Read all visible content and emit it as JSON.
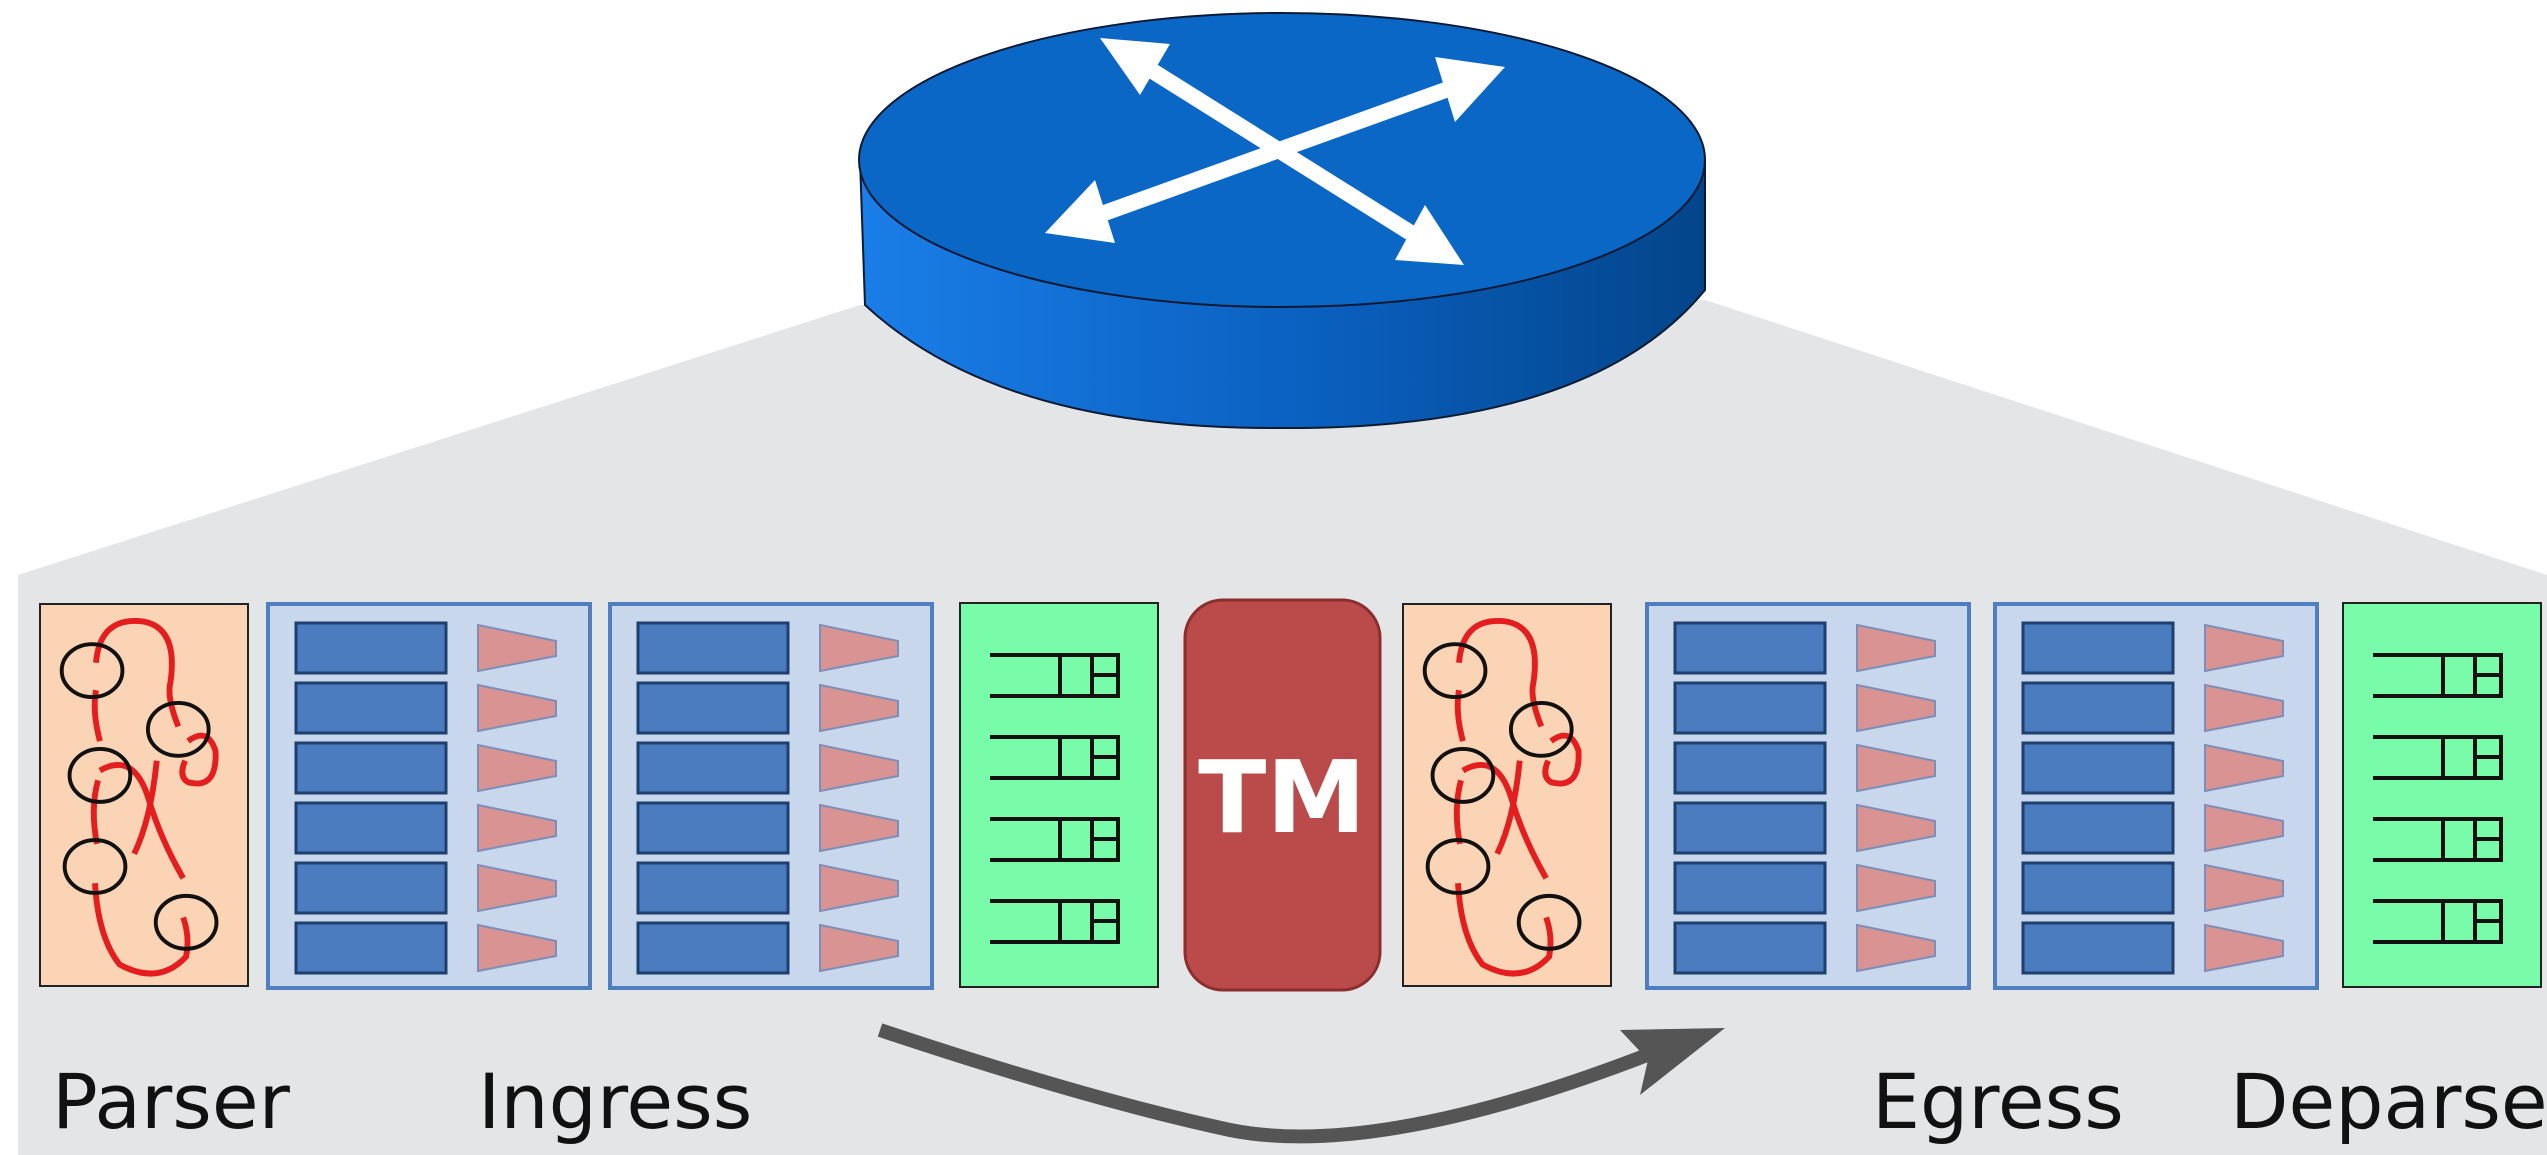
{
  "labels": {
    "parser": "Parser",
    "ingress": "Ingress",
    "traffic_manager": "TM",
    "egress": "Egress",
    "deparser": "Deparser"
  },
  "colors": {
    "background_panel": "#e4e5e7",
    "router_top": "#0a67c6",
    "router_side_dark": "#03458a",
    "router_side_light": "#1a7ee8",
    "parser_fill": "#fbd3b5",
    "parse_graph": "#e41e1e",
    "stage_fill": "#c9d7ec",
    "stage_border": "#4f7fc0",
    "table_fill": "#4a7cbf",
    "action_fill": "#d99392",
    "deparser_fill": "#78fca9",
    "tm_fill": "#bb4b4b",
    "flow_arrow": "#555555"
  },
  "icons": {
    "router": "router-icon",
    "parse_graph": "parse-graph-icon",
    "deparser_queue": "queue-icon",
    "flow_arrow": "curved-arrow-icon"
  }
}
